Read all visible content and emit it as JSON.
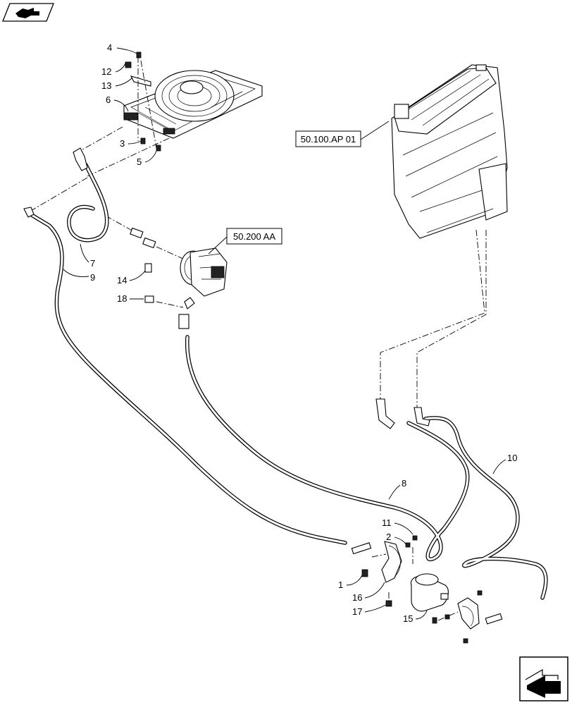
{
  "icons": {
    "nav_top": "book-arrow-icon",
    "nav_bottom": "next-page-arrow-icon"
  },
  "references": [
    {
      "id": "ref-hvac",
      "label": "50.100.AP 01"
    },
    {
      "id": "ref-compressor",
      "label": "50.200 AA"
    }
  ],
  "callouts": {
    "c1": "1",
    "c2": "2",
    "c3": "3",
    "c4": "4",
    "c5": "5",
    "c6": "6",
    "c7": "7",
    "c8": "8",
    "c9": "9",
    "c10": "10",
    "c11": "11",
    "c12": "12",
    "c13": "13",
    "c14": "14",
    "c15": "15",
    "c16": "16",
    "c17": "17",
    "c18": "18"
  }
}
